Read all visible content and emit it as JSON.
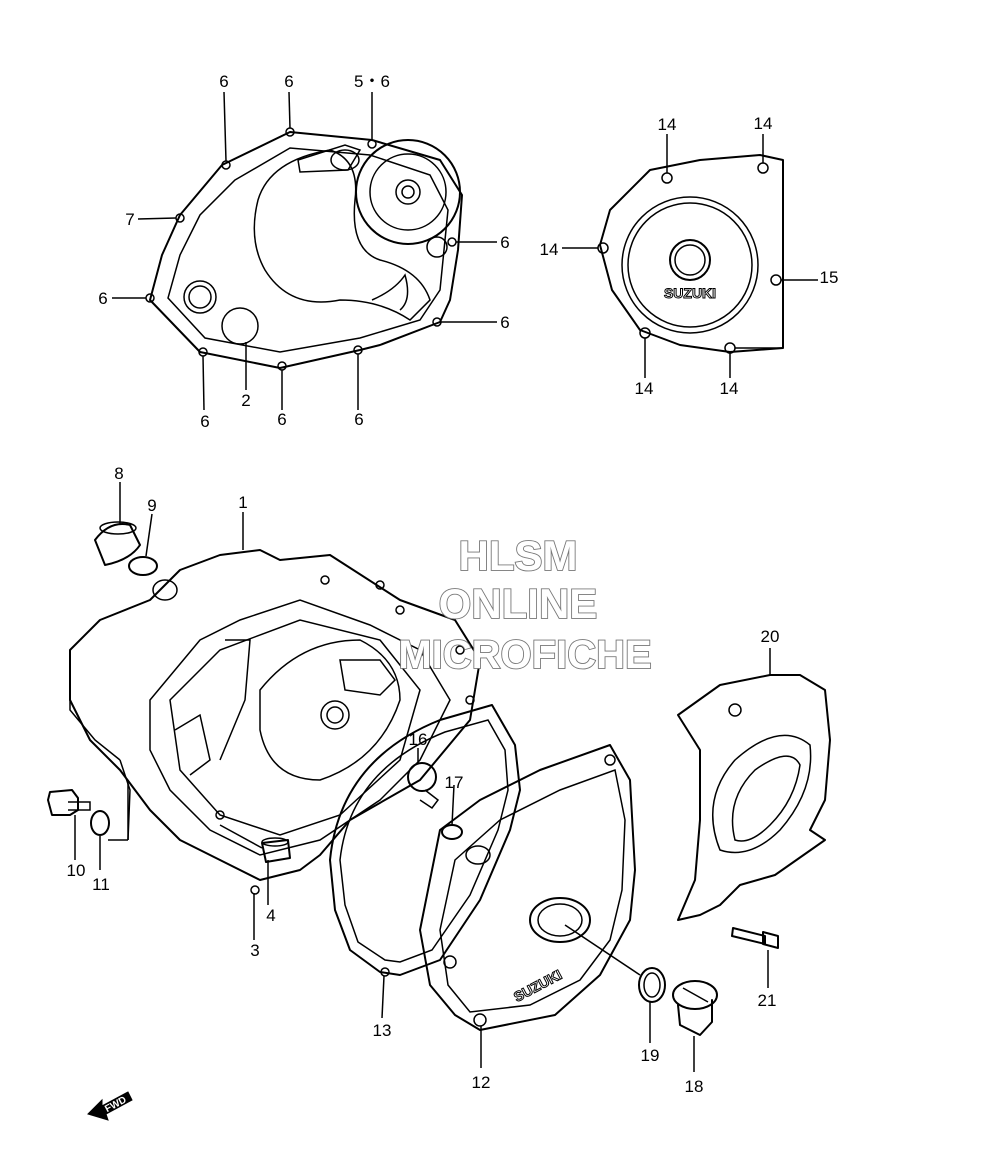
{
  "watermark": {
    "line1": "HLSM",
    "line2": "ONLINE",
    "line3": "MICROFICHE"
  },
  "brand": "SUZUKI",
  "fwd_label": "FWD",
  "callouts": {
    "c6a": "6",
    "c6b": "6",
    "c56": "5・6",
    "c7": "7",
    "c6c": "6",
    "c6d": "6",
    "c6e": "6",
    "c6f": "6",
    "c2": "2",
    "c6g": "6",
    "c6h": "6",
    "c14a": "14",
    "c14b": "14",
    "c14c": "14",
    "c15": "15",
    "c14d": "14",
    "c14e": "14",
    "c8": "8",
    "c9": "9",
    "c1": "1",
    "c20": "20",
    "c16": "16",
    "c17": "17",
    "c10": "10",
    "c11": "11",
    "c4": "4",
    "c3": "3",
    "c13": "13",
    "c12": "12",
    "c19": "19",
    "c18": "18",
    "c21": "21"
  }
}
